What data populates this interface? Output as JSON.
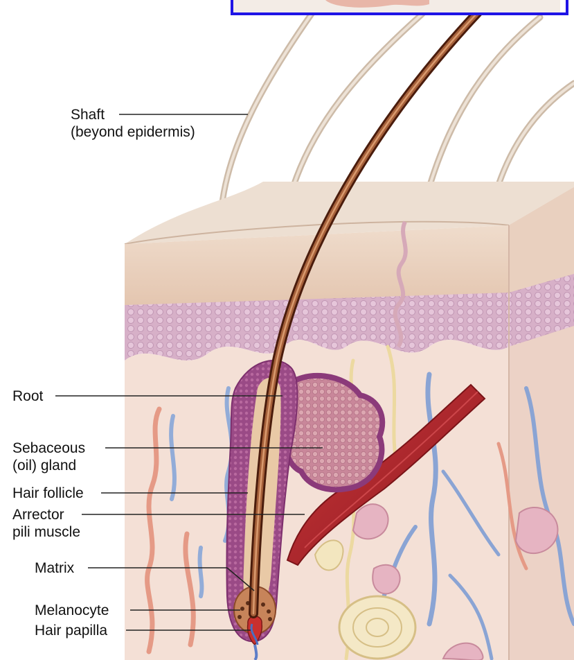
{
  "labels": {
    "shaft": [
      "Shaft",
      "(beyond epidermis)"
    ],
    "root": [
      "Root"
    ],
    "sebaceous": [
      "Sebaceous",
      "(oil) gland"
    ],
    "follicle": [
      "Hair follicle"
    ],
    "arrector": [
      "Arrector",
      "pili muscle"
    ],
    "matrix": [
      "Matrix"
    ],
    "melanocyte": [
      "Melanocyte"
    ],
    "papilla": [
      "Hair papilla"
    ]
  },
  "colors": {
    "highlight_box": "#1f14e6",
    "hair_shaft": "#7a3b1f",
    "epidermis": "#e6cbb8",
    "dermis": "#f3dfd6",
    "follicle_sheath": "#9b4a8a",
    "sebaceous_gland": "#b25c9b",
    "arrector_muscle": "#b3262b",
    "vein": "#7e9bd0",
    "artery": "#e08a7a",
    "nerve": "#f0e2a8"
  }
}
